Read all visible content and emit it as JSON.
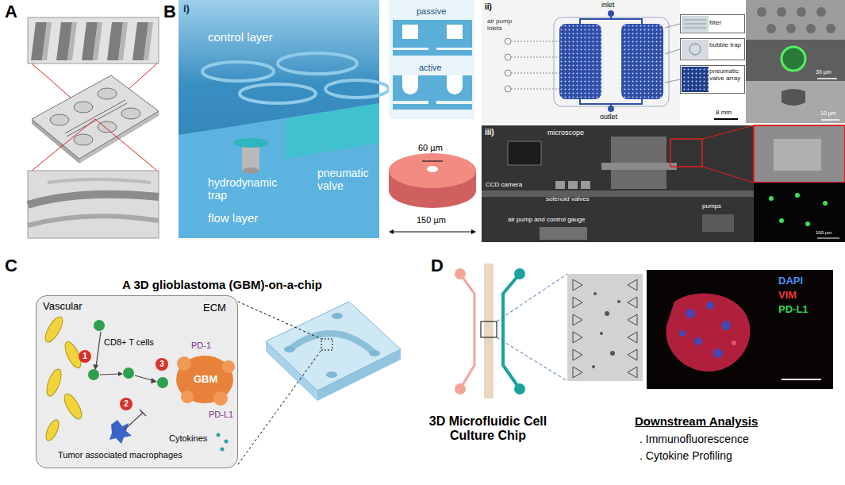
{
  "diagram": {
    "nodes": [
      {
        "text": [
          "filter"
        ]
      },
      {
        "text": [
          "bubble trap"
        ]
      },
      {
        "text": [
          "pneumatic valve array"
        ]
      },
      {
        "text": [
          "Vascular",
          "ECM",
          "CD8+ T cells",
          "PD-1",
          "GBM",
          "PD-L1",
          "Cytokines",
          "Tumor associated macrophages"
        ]
      },
      {
        "text": [
          "1"
        ],
        "in": 3
      },
      {
        "text": [
          "2"
        ],
        "in": 3
      },
      {
        "text": [
          "3"
        ],
        "in": 3
      },
      {
        "text": [
          "DAPI",
          "VIM",
          "PD-L1"
        ]
      }
    ],
    "labels": [
      "A",
      "B",
      "i)",
      "control layer",
      "pneumatic valve",
      "hydrodynamic trap",
      "flow layer",
      "passive",
      "active",
      "60 µm",
      "150 µm",
      "ii)",
      "inlet",
      "air pump inlets",
      "outlet",
      "8 mm",
      "30 µm",
      "10 µm",
      "iii)",
      "microscope",
      "pumps",
      "CCD camera",
      "solenoid valves",
      "air pump and control gauge",
      "100 µm",
      "C",
      "A 3D glioblastoma (GBM)-on-a-chip",
      "D",
      "3D Microfluidic Cell Culture Chip",
      "Downstream Analysis",
      ". Immunofluorescence",
      ". Cytokine Profiling"
    ]
  }
}
